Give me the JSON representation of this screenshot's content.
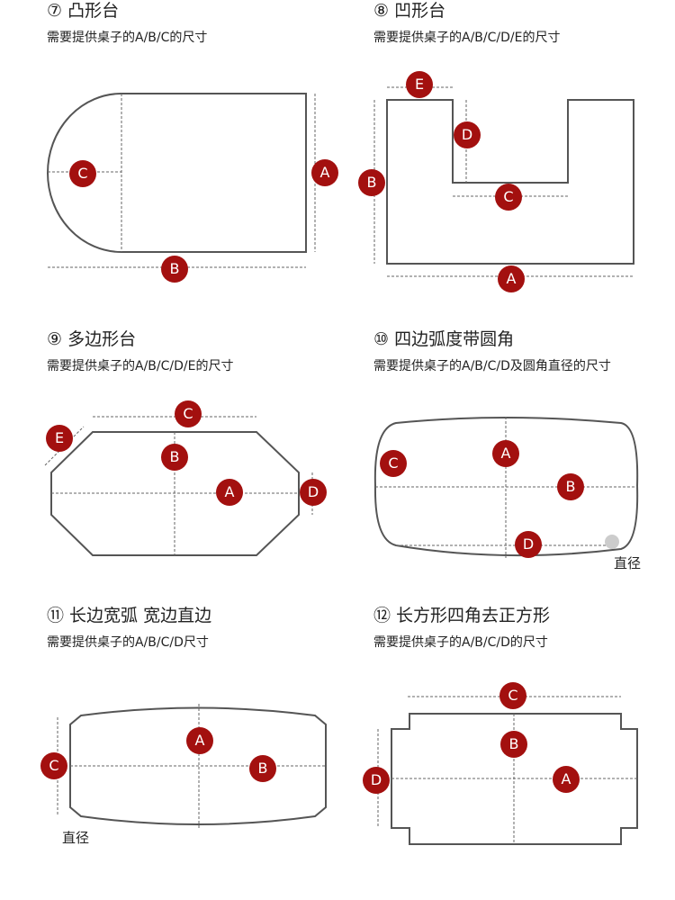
{
  "panels": [
    {
      "title": "⑦ 凸形台",
      "desc": "需要提供桌子的A/B/C的尺寸",
      "markers": [
        "C",
        "A",
        "B"
      ]
    },
    {
      "title": "⑧ 凹形台",
      "desc": "需要提供桌子的A/B/C/D/E的尺寸",
      "markers": [
        "E",
        "D",
        "B",
        "C",
        "A"
      ]
    },
    {
      "title": "⑨ 多边形台",
      "desc": "需要提供桌子的A/B/C/D/E的尺寸",
      "markers": [
        "C",
        "E",
        "B",
        "A",
        "D"
      ]
    },
    {
      "title": "⑩ 四边弧度带圆角",
      "desc": "需要提供桌子的A/B/C/D及圆角直径的尺寸",
      "markers": [
        "C",
        "A",
        "B",
        "D"
      ],
      "note": "直径"
    },
    {
      "title": "⑪ 长边宽弧 宽边直边",
      "desc": "需要提供桌子的A/B/C/D尺寸",
      "markers": [
        "A",
        "B",
        "C"
      ],
      "note": "直径"
    },
    {
      "title": "⑫ 长方形四角去正方形",
      "desc": "需要提供桌子的A/B/C/D的尺寸",
      "markers": [
        "C",
        "B",
        "D",
        "A"
      ]
    }
  ],
  "colors": {
    "marker": "#a3100f",
    "outline": "#555555"
  }
}
